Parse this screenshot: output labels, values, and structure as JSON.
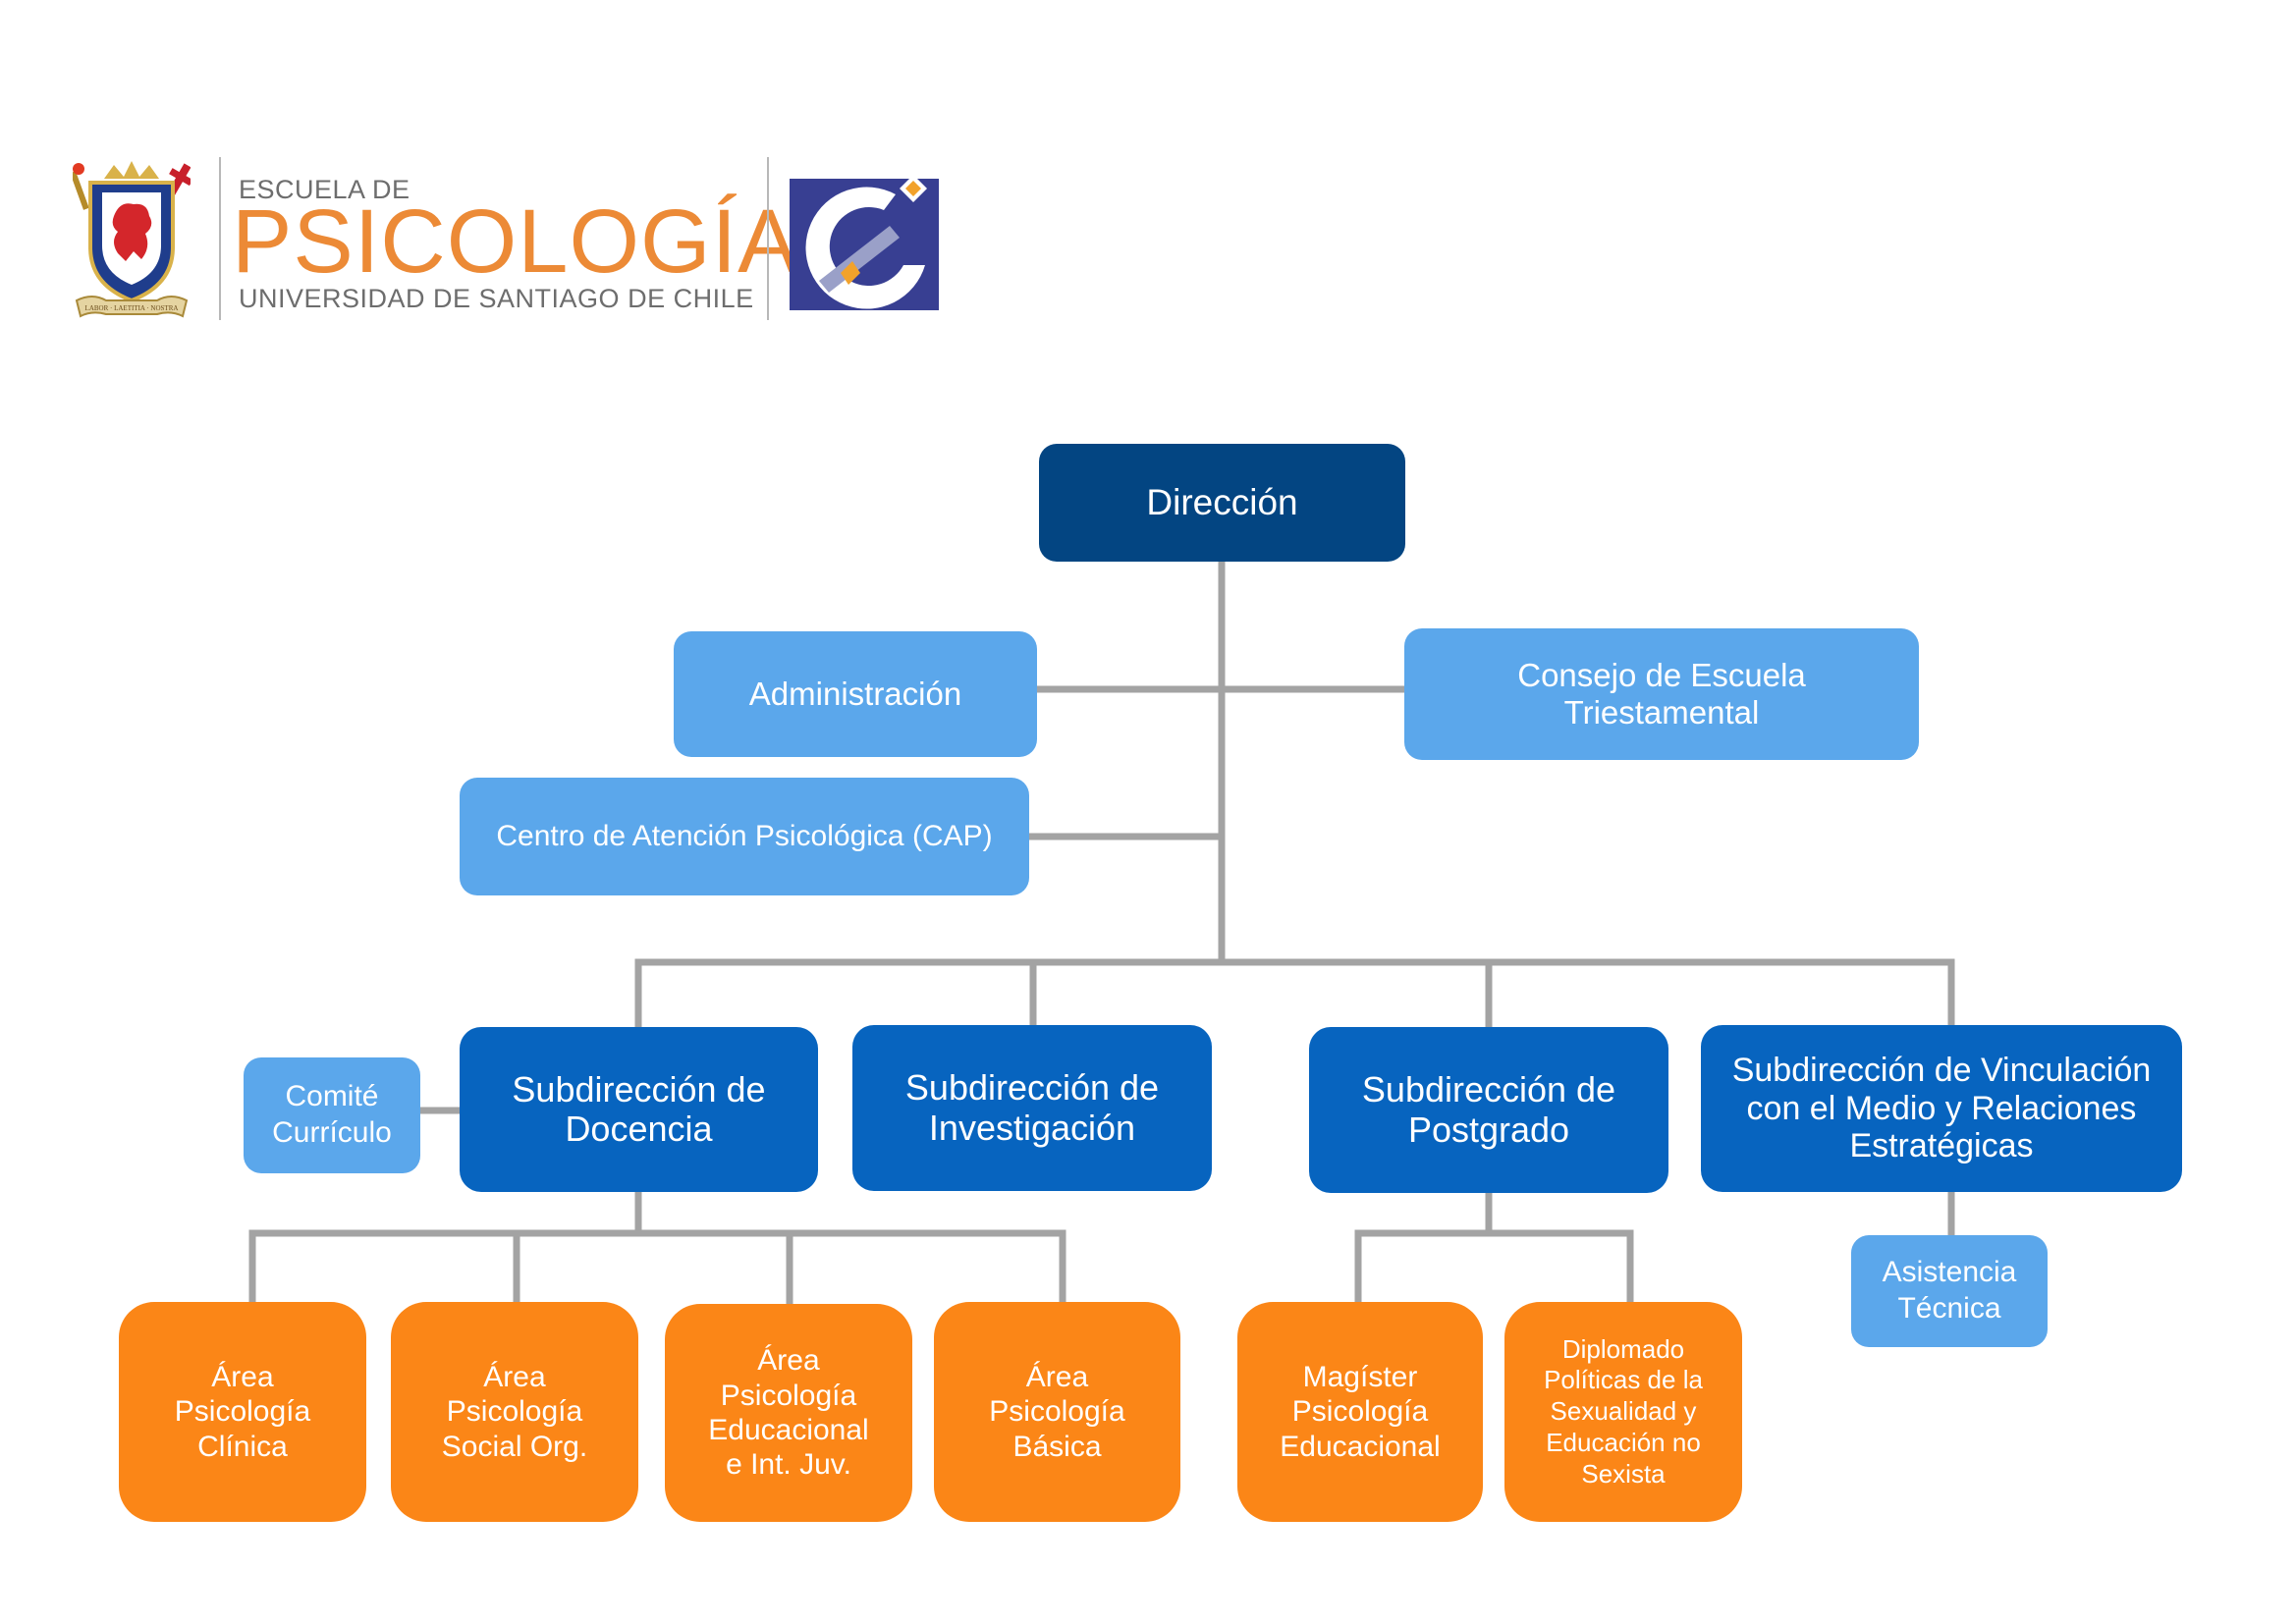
{
  "logo": {
    "line1": "ESCUELA DE",
    "line2": "PSICOLOGÍA",
    "line3": "UNIVERSIDAD DE SANTIAGO DE CHILE",
    "crest_motto": "LABOR · LAETITIA · NOSTRA"
  },
  "colors": {
    "top_level": "#034582",
    "subdirection": "#0764BF",
    "support_unit": "#5BA7EB",
    "area_program": "#FB8617",
    "connector": "#a3a3a3",
    "logo_orange": "#ec8a36",
    "logo_gray": "#6d6d6d"
  },
  "org": {
    "direccion": "Dirección",
    "administracion": "Administración",
    "consejo": "Consejo de Escuela\nTriestamental",
    "cap": "Centro de Atención Psicológica (CAP)",
    "comite": "Comité\nCurrículo",
    "sub_docencia": "Subdirección de\nDocencia",
    "sub_investigacion": "Subdirección de\nInvestigación",
    "sub_postgrado": "Subdirección de\nPostgrado",
    "sub_vinculacion": "Subdirección de Vinculación\ncon el Medio y Relaciones\nEstratégicas",
    "asistencia": "Asistencia\nTécnica",
    "area_clinica": "Área\nPsicología\nClínica",
    "area_social": "Área\nPsicología\nSocial Org.",
    "area_educacional": "Área\nPsicología\nEducacional\ne Int. Juv.",
    "area_basica": "Área\nPsicología\nBásica",
    "magister": "Magíster\nPsicología\nEducacional",
    "diplomado": "Diplomado\nPolíticas de la\nSexualidad y\nEducación no\nSexista"
  }
}
